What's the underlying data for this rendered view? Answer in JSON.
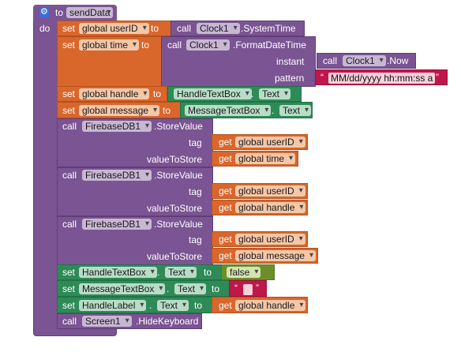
{
  "procedure": {
    "to_kw": "to",
    "name": "sendData",
    "do_kw": "do"
  },
  "kw": {
    "set": "set",
    "to": "to",
    "call": "call",
    "get": "get",
    "dot": "."
  },
  "rows": {
    "r1": {
      "var": "global userID",
      "component": "Clock1",
      "method": ".SystemTime"
    },
    "r2": {
      "var": "global time",
      "component": "Clock1",
      "method": ".FormatDateTime",
      "instant_label": "instant",
      "instant_component": "Clock1",
      "instant_method": ".Now",
      "pattern_label": "pattern",
      "pattern_value": "MM/dd/yyyy hh:mm:ss a"
    },
    "r3": {
      "var": "global handle",
      "component": "HandleTextBox",
      "prop": "Text"
    },
    "r4": {
      "var": "global message",
      "component": "MessageTextBox",
      "prop": "Text"
    },
    "fb1": {
      "component": "FirebaseDB1",
      "method": ".StoreValue",
      "tag_label": "tag",
      "tag_var": "global userID",
      "value_label": "valueToStore",
      "value_var": "global time"
    },
    "fb2": {
      "component": "FirebaseDB1",
      "method": ".StoreValue",
      "tag_label": "tag",
      "tag_var": "global userID",
      "value_label": "valueToStore",
      "value_var": "global handle"
    },
    "fb3": {
      "component": "FirebaseDB1",
      "method": ".StoreValue",
      "tag_label": "tag",
      "tag_var": "global userID",
      "value_label": "valueToStore",
      "value_var": "global message"
    },
    "s1": {
      "component": "HandleTextBox",
      "prop": "Text",
      "value": "false"
    },
    "s2": {
      "component": "MessageTextBox",
      "prop": "Text",
      "quote_open": "“",
      "quote_close": "”"
    },
    "s3": {
      "component": "HandleLabel",
      "prop": "Text",
      "value_var": "global handle"
    },
    "c1": {
      "component": "Screen1",
      "method": ".HideKeyboard"
    }
  },
  "colors": {
    "procedure": "#7b5493",
    "variable": "#d9662b",
    "component": "#2e8b57",
    "logic": "#6d8f2a",
    "text": "#c0174b"
  }
}
